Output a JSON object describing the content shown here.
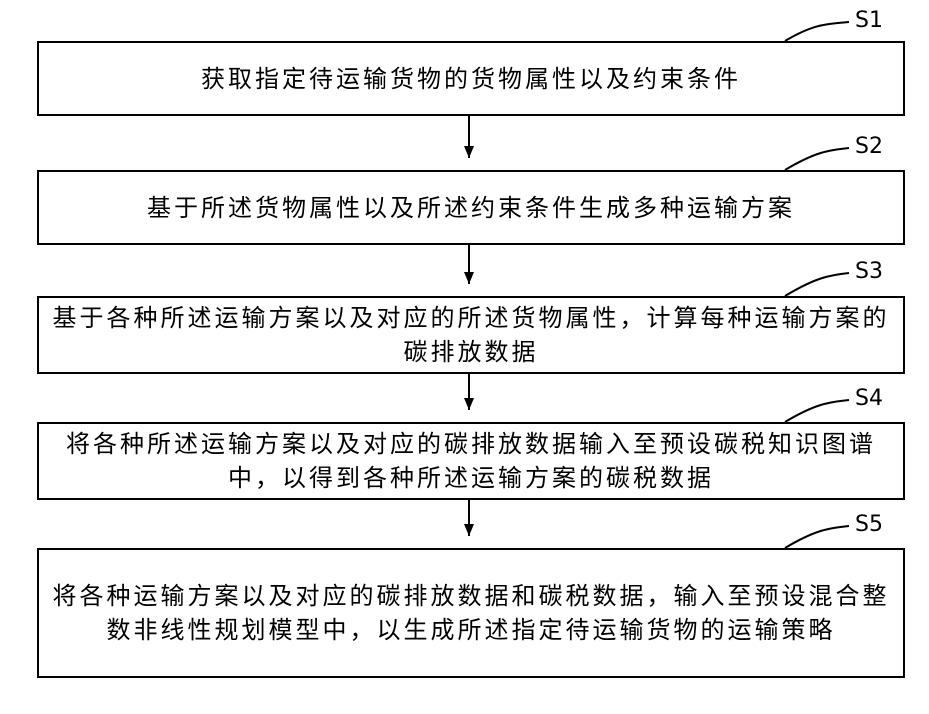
{
  "steps": [
    {
      "label": "S1",
      "text": "获取指定待运输货物的货物属性以及约束条件"
    },
    {
      "label": "S2",
      "text": "基于所述货物属性以及所述约束条件生成多种运输方案"
    },
    {
      "label": "S3",
      "text": "基于各种所述运输方案以及对应的所述货物属性，计算每种运输方案的碳排放数据"
    },
    {
      "label": "S4",
      "text": "将各种所述运输方案以及对应的碳排放数据输入至预设碳税知识图谱中，以得到各种所述运输方案的碳税数据"
    },
    {
      "label": "S5",
      "text": "将各种运输方案以及对应的碳排放数据和碳税数据，输入至预设混合整数非线性规划模型中，以生成所述指定待运输货物的运输策略"
    }
  ]
}
